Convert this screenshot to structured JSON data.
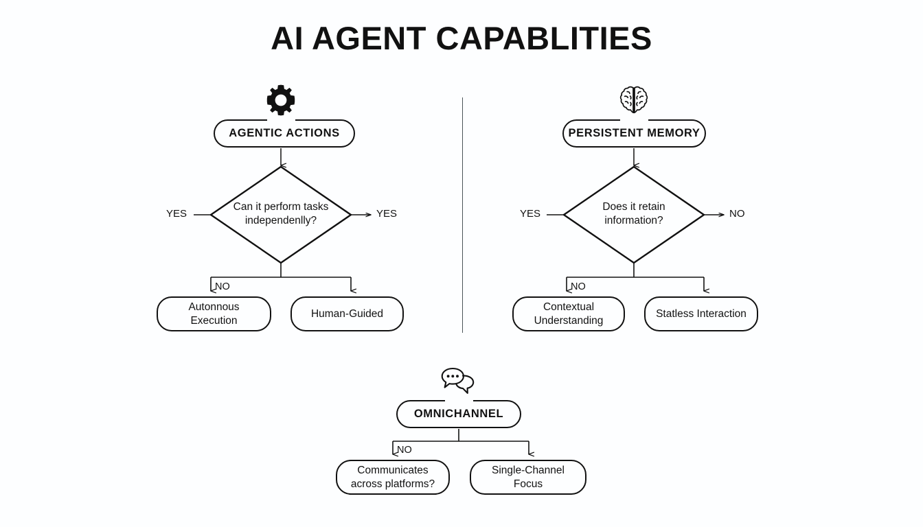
{
  "page": {
    "title": "AI AGENT CAPABLITIES",
    "background_color": "#fdfeff",
    "line_color": "#111111",
    "divider_color": "#4a5358"
  },
  "sections": [
    {
      "id": "agentic-actions",
      "icon": "gear-icon",
      "header": "AGENTIC ACTIONS",
      "question": "Can it perform tasks\nindependenlly?",
      "left_label": "YES",
      "right_label": "YES",
      "branch_label": "NO",
      "outcomes": [
        {
          "label": "Autonnous Execution"
        },
        {
          "label": "Human-Guided"
        }
      ]
    },
    {
      "id": "persistent-memory",
      "icon": "brain-icon",
      "header": "PERSISTENT MEMORY",
      "question": "Does it retain\ninformation?",
      "left_label": "YES",
      "right_label": "NO",
      "branch_label": "NO",
      "outcomes": [
        {
          "label": "Contextual\nUnderstanding"
        },
        {
          "label": "Statless Interaction"
        }
      ]
    },
    {
      "id": "omnichannel",
      "icon": "chat-bubbles-icon",
      "header": "OMNICHANNEL",
      "question": "",
      "left_label": "",
      "right_label": "",
      "branch_label": "NO",
      "outcomes": [
        {
          "label": "Communicates\nacross platforms?"
        },
        {
          "label": "Single-Channel Focus"
        }
      ]
    }
  ]
}
